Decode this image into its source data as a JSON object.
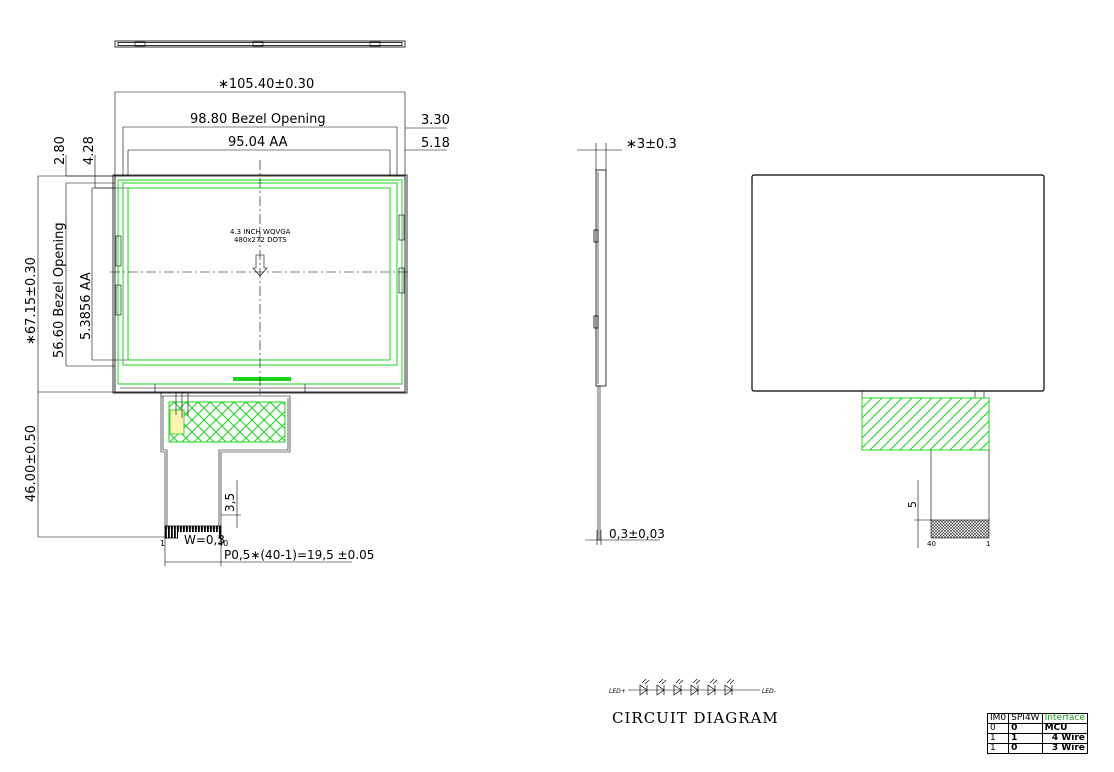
{
  "front_view": {
    "dim_total_width": "∗105.40±0.30",
    "dim_bezel_width": "98.80  Bezel  Opening",
    "dim_aa_width": "95.04  AA",
    "dim_right_top": "3.30",
    "dim_right_bottom": "5.18",
    "dim_left_a": "2.80",
    "dim_left_b": "4.28",
    "dim_total_height": "∗67.15±0.30",
    "dim_bezel_height": "56.60  Bezel  Opening",
    "dim_aa_height": "5.3856  AA",
    "dim_fpc_length": "46.00±0.50",
    "dim_tail_offset": "3,5",
    "dim_pin_width": "W=0,3",
    "dim_pin_pitch": "P0,5∗(40-1)=19,5  ±0.05",
    "pin_label_first": "1",
    "pin_label_last": "40",
    "panel_text_1": "4.3 INCH WQVGA",
    "panel_text_2": "480x272 DOTS"
  },
  "side_view": {
    "dim_thickness": "∗3±0.3",
    "dim_fpc_thickness": "0,3±0,03"
  },
  "back_view": {
    "dim_tail": "5",
    "pin_label_first": "40",
    "pin_label_last": "1"
  },
  "circuit": {
    "led_plus": "LED+",
    "led_minus": "LED-",
    "led_count": 6,
    "caption": "CIRCUIT  DIAGRAM"
  },
  "interface_table": {
    "headers": [
      "IM0",
      "SPI4W",
      "Interface"
    ],
    "rows": [
      [
        "0",
        "0",
        "MCU"
      ],
      [
        "1",
        "1",
        "4  Wire"
      ],
      [
        "1",
        "0",
        "3  Wire"
      ]
    ]
  },
  "colors": {
    "outline": "#000000",
    "highlight_green": "#19d419"
  }
}
